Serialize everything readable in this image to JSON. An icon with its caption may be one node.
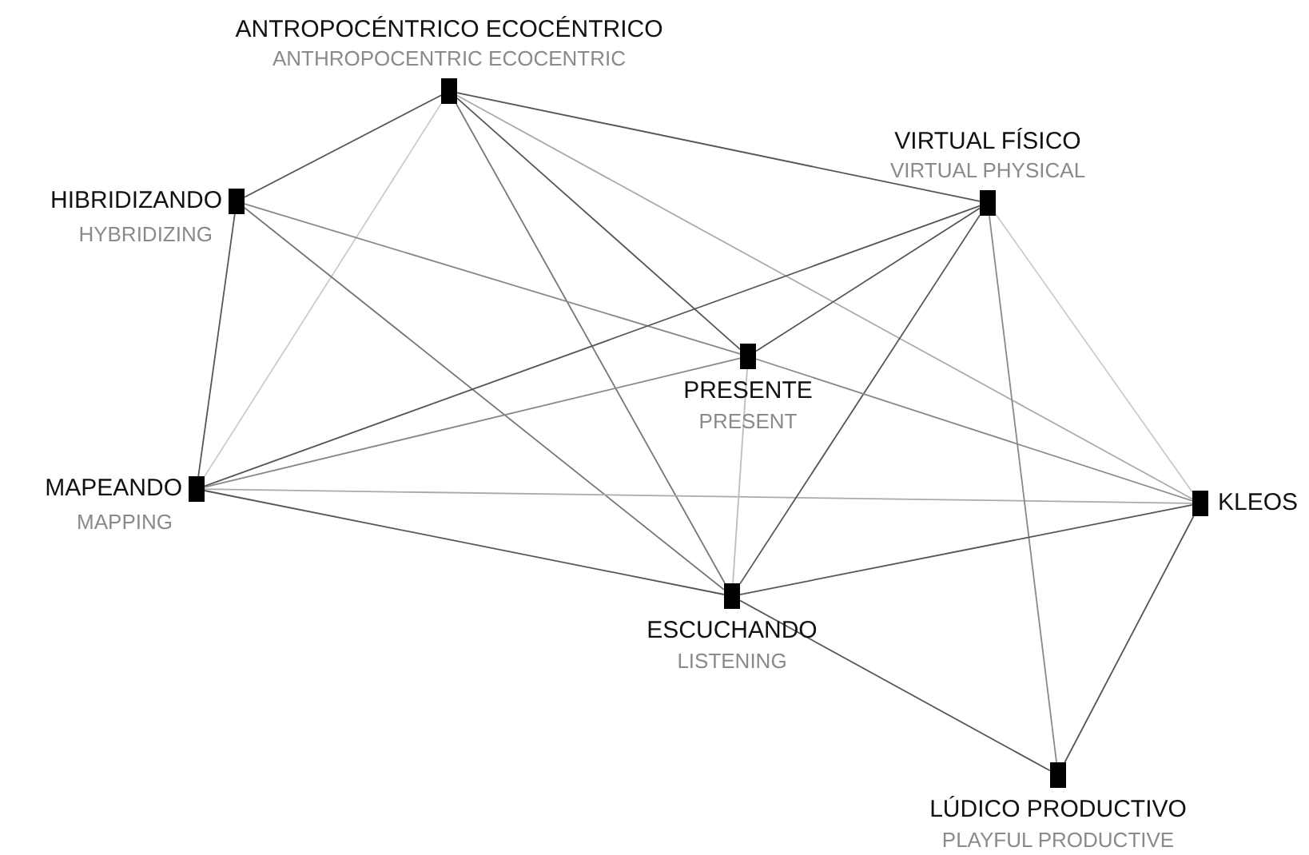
{
  "diagram": {
    "nodes": [
      {
        "text": [
          "ANTROPOCÉNTRICO ECOCÉNTRICO",
          "ANTHROPOCENTRIC ECOCENTRIC"
        ]
      },
      {
        "text": [
          "VIRTUAL FÍSICO",
          "VIRTUAL PHYSICAL"
        ]
      },
      {
        "text": [
          "HIBRIDIZANDO",
          "HYBRIDIZING"
        ]
      },
      {
        "text": [
          "PRESENTE",
          "PRESENT"
        ]
      },
      {
        "text": [
          "MAPEANDO",
          "MAPPING"
        ]
      },
      {
        "text": [
          "KLEOS"
        ]
      },
      {
        "text": [
          "ESCUCHANDO",
          "LISTENING"
        ]
      },
      {
        "text": [
          "LÚDICO PRODUCTIVO",
          "PLAYFUL PRODUCTIVE"
        ]
      }
    ],
    "edges": [
      {
        "from": 0,
        "to": 2,
        "arrow": "none"
      },
      {
        "from": 0,
        "to": 4,
        "arrow": "none",
        "color": "#cccccc"
      },
      {
        "from": 0,
        "to": 1,
        "arrow": "none"
      },
      {
        "from": 0,
        "to": 3,
        "arrow": "none"
      },
      {
        "from": 0,
        "to": 6,
        "arrow": "none",
        "color": "#777777"
      },
      {
        "from": 0,
        "to": 5,
        "arrow": "none",
        "color": "#aaaaaa"
      },
      {
        "from": 2,
        "to": 4,
        "arrow": "none"
      },
      {
        "from": 2,
        "to": 3,
        "arrow": "none",
        "color": "#888888"
      },
      {
        "from": 2,
        "to": 6,
        "arrow": "none",
        "color": "#777777"
      },
      {
        "from": 4,
        "to": 1,
        "arrow": "none"
      },
      {
        "from": 4,
        "to": 3,
        "arrow": "none",
        "color": "#888888"
      },
      {
        "from": 4,
        "to": 5,
        "arrow": "none",
        "color": "#aaaaaa"
      },
      {
        "from": 4,
        "to": 6,
        "arrow": "none"
      },
      {
        "from": 1,
        "to": 3,
        "arrow": "none"
      },
      {
        "from": 1,
        "to": 6,
        "arrow": "none"
      },
      {
        "from": 1,
        "to": 7,
        "arrow": "none",
        "color": "#888888"
      },
      {
        "from": 1,
        "to": 5,
        "arrow": "none",
        "color": "#cccccc"
      },
      {
        "from": 3,
        "to": 6,
        "arrow": "none",
        "color": "#bbbbbb"
      },
      {
        "from": 3,
        "to": 5,
        "arrow": "none",
        "color": "#888888"
      },
      {
        "from": 6,
        "to": 5,
        "arrow": "none"
      },
      {
        "from": 6,
        "to": 7,
        "arrow": "none"
      },
      {
        "from": 5,
        "to": 7,
        "arrow": "none"
      }
    ]
  }
}
